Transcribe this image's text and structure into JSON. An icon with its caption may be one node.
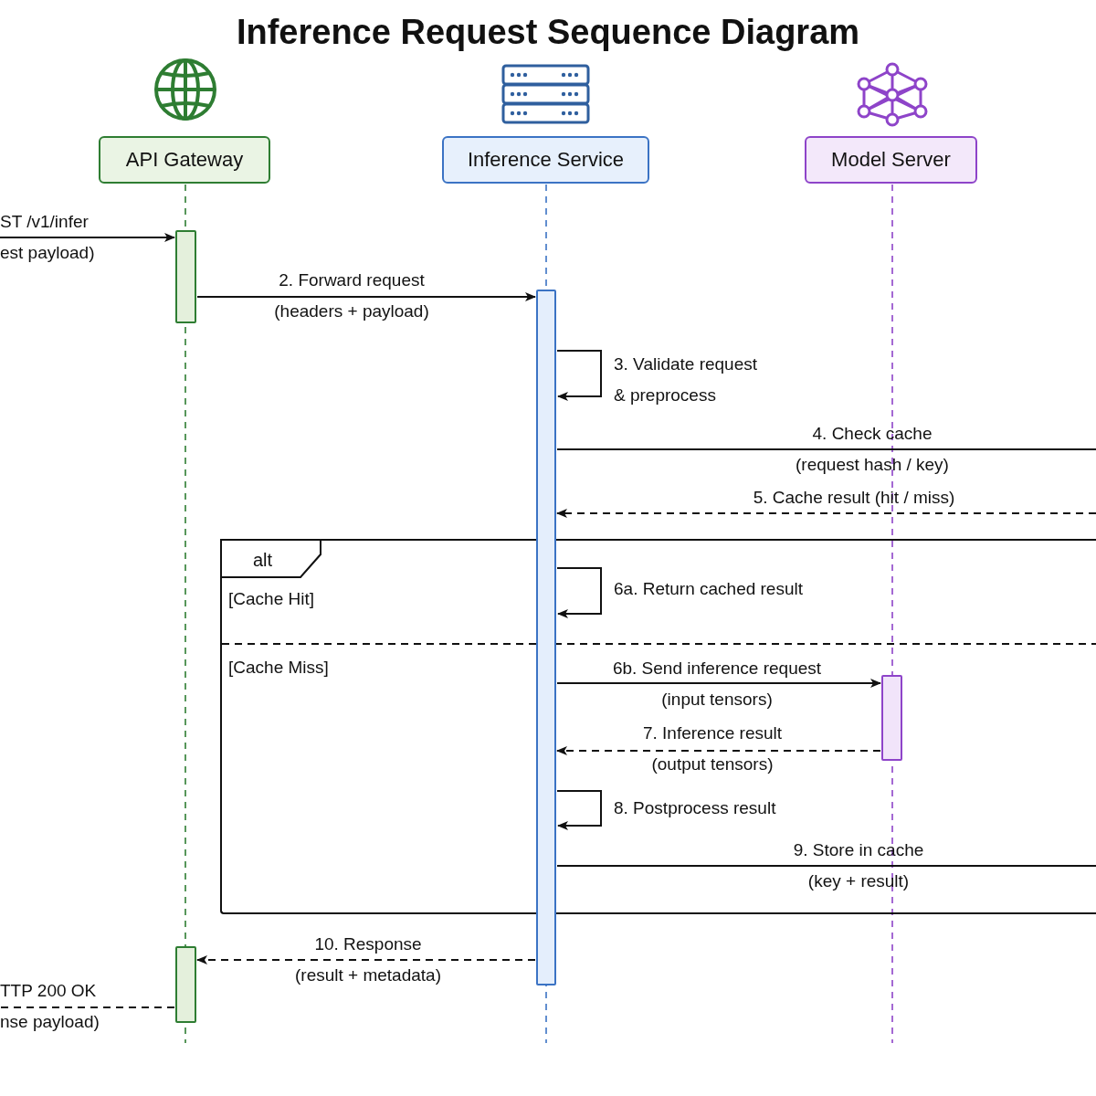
{
  "diagram": {
    "title": "Inference Request Sequence Diagram",
    "nodes": [
      {
        "text": [
          "API Gateway"
        ]
      },
      {
        "text": [
          "Inference Service"
        ]
      },
      {
        "text": [
          "Model Server"
        ]
      },
      {
        "text": [],
        "shape": "bar"
      },
      {
        "text": [],
        "shape": "bar"
      },
      {
        "text": [
          "alt",
          "[Cache Hit]",
          "[Cache Miss]"
        ]
      },
      {
        "text": [],
        "shape": "bar",
        "in": 5
      },
      {
        "text": [],
        "shape": "bar"
      }
    ],
    "edges": [
      {
        "from": null,
        "to": 3,
        "arrow": "to",
        "label": "ST /v1/infer est payload)"
      },
      {
        "from": 3,
        "to": 4,
        "arrow": "to",
        "label": "2. Forward request (headers + payload)"
      },
      {
        "from": 4,
        "to": 4,
        "arrow": "to",
        "label": "3. Validate request & preprocess"
      },
      {
        "from": 4,
        "to": null,
        "arrow": "none",
        "label": "4. Check cache (request hash / key)"
      },
      {
        "from": null,
        "to": 4,
        "arrow": "to",
        "style": "dashed",
        "label": "5. Cache result (hit / miss)"
      },
      {
        "from": 4,
        "to": 4,
        "arrow": "to",
        "label": "6a. Return cached result"
      },
      {
        "from": 4,
        "to": 6,
        "arrow": "to",
        "label": "6b. Send inference request (input tensors)"
      },
      {
        "from": 6,
        "to": 4,
        "arrow": "to",
        "style": "dashed",
        "label": "7. Inference result (output tensors)"
      },
      {
        "from": 4,
        "to": 4,
        "arrow": "to",
        "label": "8. Postprocess result"
      },
      {
        "from": 4,
        "to": null,
        "arrow": "none",
        "label": "9. Store in cache (key + result)"
      },
      {
        "from": 4,
        "to": 7,
        "arrow": "to",
        "style": "dashed",
        "label": "10. Response (result + metadata)"
      },
      {
        "from": 7,
        "to": null,
        "arrow": "none",
        "style": "dashed",
        "label": "TTP 200 OK nse payload)"
      }
    ]
  }
}
